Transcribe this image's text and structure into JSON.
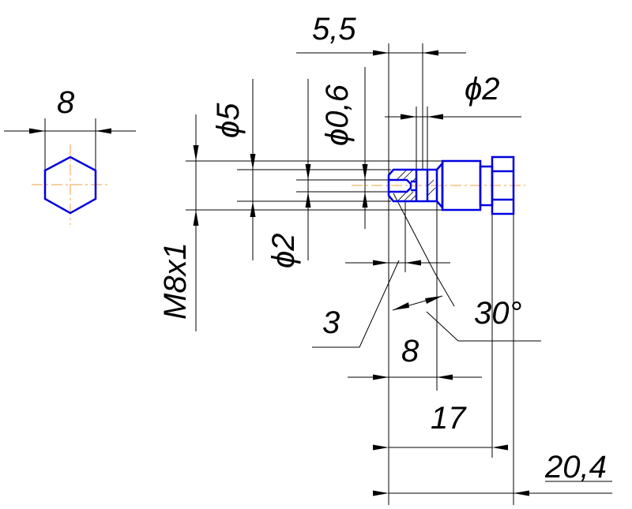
{
  "drawing": {
    "dimensions": {
      "hex_across_flats": "8",
      "diameter_5": "ϕ5",
      "diameter_0_6": "ϕ0,6",
      "diameter_2_top": "ϕ2",
      "diameter_2_bottom": "ϕ2",
      "thread": "M8x1",
      "length_5_5": "5,5",
      "length_3": "3",
      "angle_30": "30°",
      "length_8": "8",
      "length_17": "17",
      "length_20_4": "20,4"
    },
    "colors": {
      "part": "#0000e0",
      "centerline": "#f0a040",
      "dimension": "#000000"
    }
  }
}
